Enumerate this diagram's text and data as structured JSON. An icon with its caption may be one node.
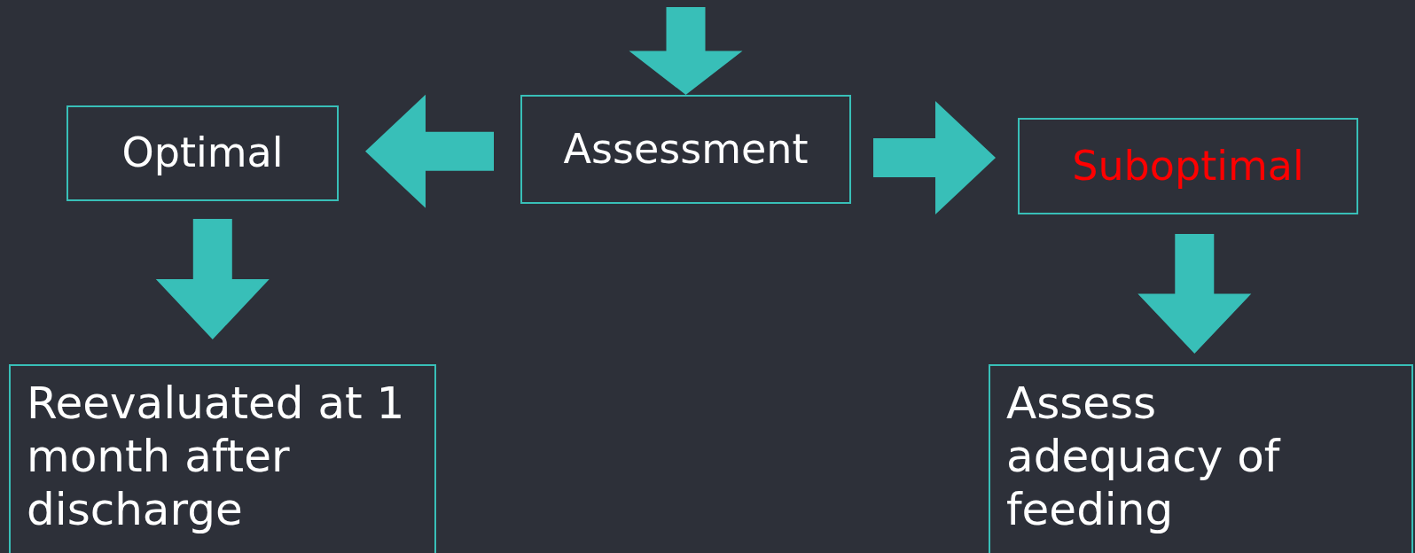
{
  "diagram": {
    "nodes": [
      {
        "text": [
          "Assessment"
        ]
      },
      {
        "text": [
          "Optimal"
        ]
      },
      {
        "text": [
          "Suboptimal"
        ]
      },
      {
        "text": [
          "Reevaluated at 1 month after discharge"
        ]
      },
      {
        "text": [
          "Assess adequacy of feeding"
        ]
      }
    ],
    "edges": [
      {
        "from": null,
        "to": 0,
        "arrow": "to"
      },
      {
        "from": 0,
        "to": 1,
        "arrow": "to"
      },
      {
        "from": 0,
        "to": 2,
        "arrow": "to"
      },
      {
        "from": 1,
        "to": 3,
        "arrow": "to"
      },
      {
        "from": 2,
        "to": 4,
        "arrow": "to"
      }
    ]
  }
}
